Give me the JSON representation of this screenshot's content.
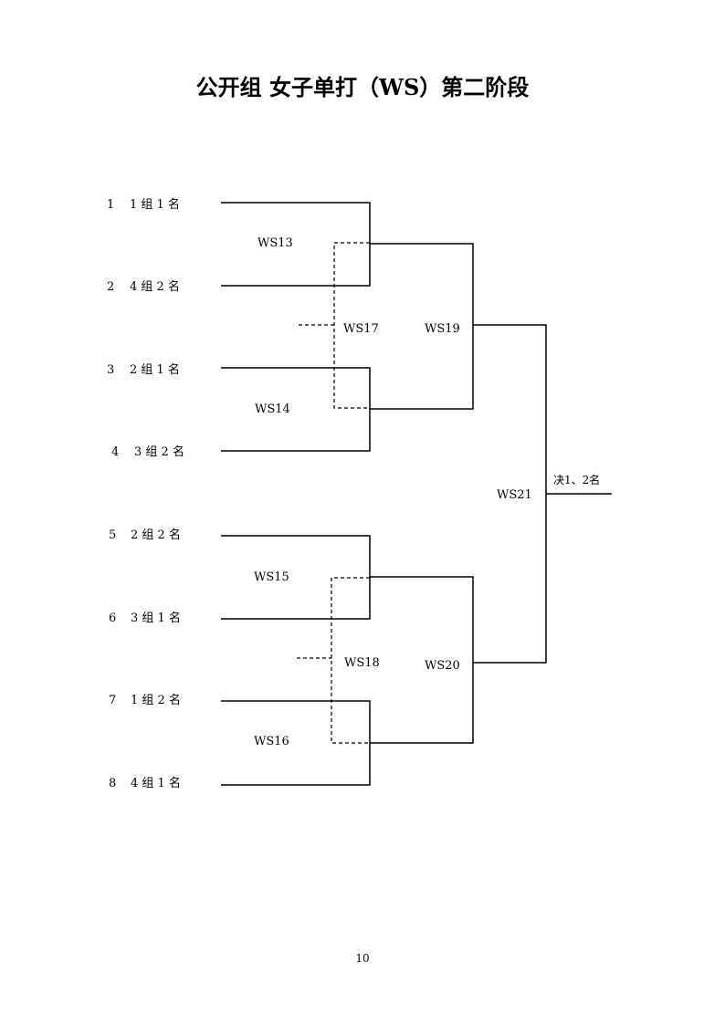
{
  "title": "公开组 女子单打（WS）第二阶段",
  "seeds": [
    {
      "no": "1",
      "label": "1 组 1 名"
    },
    {
      "no": "2",
      "label": "4 组 2 名"
    },
    {
      "no": "3",
      "label": "2 组 1 名"
    },
    {
      "no": "4",
      "label": "3 组 2 名"
    },
    {
      "no": "5",
      "label": "2 组 2 名"
    },
    {
      "no": "6",
      "label": "3 组 1 名"
    },
    {
      "no": "7",
      "label": "1 组 2 名"
    },
    {
      "no": "8",
      "label": "4 组 1 名"
    }
  ],
  "matches": {
    "ws13": "WS13",
    "ws14": "WS14",
    "ws15": "WS15",
    "ws16": "WS16",
    "ws17": "WS17",
    "ws18": "WS18",
    "ws19": "WS19",
    "ws20": "WS20",
    "ws21": "WS21"
  },
  "final_label": "决1、2名",
  "page_number": "10"
}
